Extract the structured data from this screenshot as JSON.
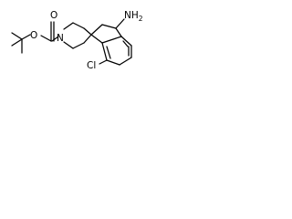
{
  "structure": {
    "atom_labels": {
      "carbonyl_oxygen": "O",
      "ester_oxygen": "O",
      "piperidine_nitrogen": "N",
      "amine": "NH",
      "amine_subscript": "2",
      "chlorine": "Cl"
    }
  },
  "colors": {
    "bond": "#000000",
    "background": "#ffffff"
  }
}
